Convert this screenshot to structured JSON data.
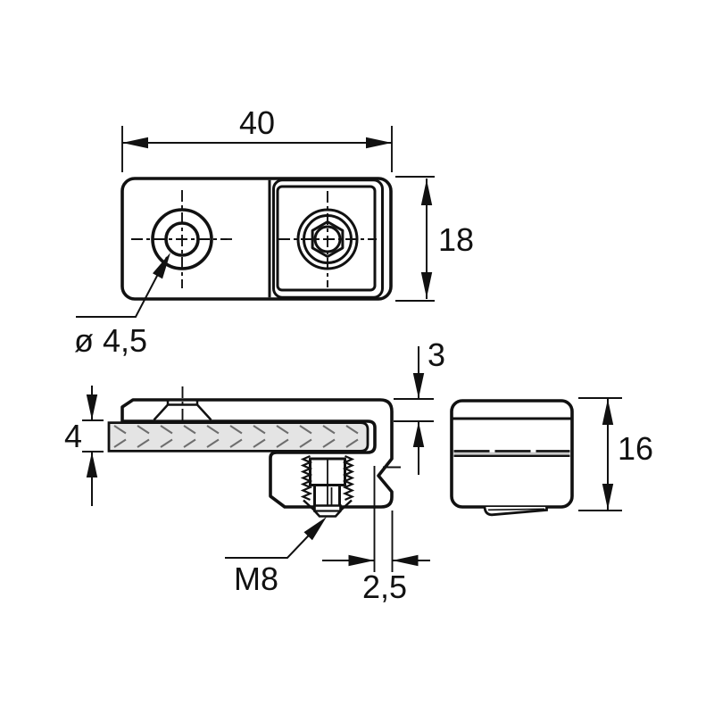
{
  "title": "Glass clamp technical drawing",
  "colors": {
    "background": "#ffffff",
    "line": "#111111",
    "glass_fill": "#e4e4e4",
    "glass_hatch": "#6e6e6e",
    "slot_fill": "#c9c9c9"
  },
  "dimensions": {
    "overall_width": {
      "label": "40"
    },
    "overall_depth": {
      "label": "18"
    },
    "hole_diameter": {
      "label": "ø 4,5"
    },
    "top_plate_thickness": {
      "label": "3"
    },
    "glass_slot_width": {
      "label": "4"
    },
    "thread_size": {
      "label": "M8"
    },
    "edge_distance": {
      "label": "2,5"
    },
    "overall_height": {
      "label": "16"
    }
  }
}
